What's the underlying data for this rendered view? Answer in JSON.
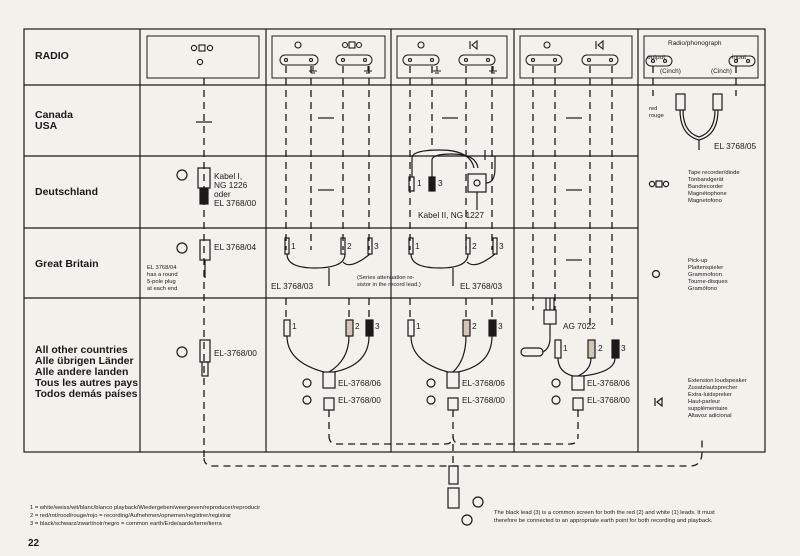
{
  "rows": {
    "radio": "RADIO",
    "canada": [
      "Canada",
      "USA"
    ],
    "deutschland": "Deutschland",
    "great_britain": "Great Britain",
    "other": [
      "All other countries",
      "Alle übrigen Länder",
      "Alle andere landen",
      "Tous les autres pays",
      "Todos demás países"
    ]
  },
  "header": {
    "radio_phono": "Radio/phonograph",
    "output": "output",
    "input": "input",
    "cinch_left": "(Cinch)",
    "cinch_right": "(Cinch)"
  },
  "canada_notes": {
    "red": "red",
    "rouge": "rouge",
    "cable": "EL 3768/05"
  },
  "deutschland": {
    "kabel1": [
      "Kabel I,",
      "NG 1226",
      "oder",
      "EL 3768/00"
    ],
    "kabel2": "Kabel II, NG 1227",
    "lead1": "1",
    "lead3": "3"
  },
  "great_britain": {
    "cable_top": "EL 3768/04",
    "note": [
      "EL 3768/04",
      "has a round",
      "5-pole plug",
      "at each end"
    ],
    "cable_left": "EL 3768/03",
    "cable_right": "EL 3768/03",
    "series_note": [
      "(Series attenuation re-",
      "sistor in the record lead.)"
    ],
    "n1": "1",
    "n2": "2",
    "n3": "3"
  },
  "other": {
    "cable": "EL-3768/00",
    "c06": "EL-3768/06",
    "c00": "EL-3768/00",
    "c06b": "EL-3768/06",
    "c00b": "EL-3768/00",
    "c06c": "EL-3768/06",
    "c00c": "EL-3768/00",
    "ag": "AG 7022",
    "n1": "1",
    "n2": "2",
    "n3": "3"
  },
  "legend_right": {
    "tape": [
      "Tape recorder/diode",
      "Tonbandgerät",
      "Bandrecorder",
      "Magnétophone",
      "Magnetofono"
    ],
    "pickup": [
      "Pick-up",
      "Plattenspieler",
      "Grammofoon",
      "Tourne-disques",
      "Gramófono"
    ],
    "speaker": [
      "Extension loudspeaker",
      "Zusatzlautsprecher",
      "Extra-luidspreker",
      "Haut-parleur",
      "supplémentaire",
      "Altavoz adicional"
    ]
  },
  "footnotes": [
    "1 = white/weiss/wit/blanc/blanco     playback/Wiedergeben/weergeven/reproducer/reproducir",
    "2 = red/rot/rood/rouge/rojo = recording/Aufnehmen/opnemen/registrer/registrar",
    "3 = black/schwarz/zwart/noir/negro = common earth/Erde/aarde/terre/tierra"
  ],
  "black_lead_note": [
    "The black lead (3) is a common screen for both the red (2) and white (1) leads. It must",
    "therefore be connected to an appropriate earth point for both recording and playback."
  ],
  "page_number": "22",
  "colors": {
    "paper": "#f3f1ec",
    "ink": "#1a1a1a",
    "red_lead": "#b03030"
  }
}
